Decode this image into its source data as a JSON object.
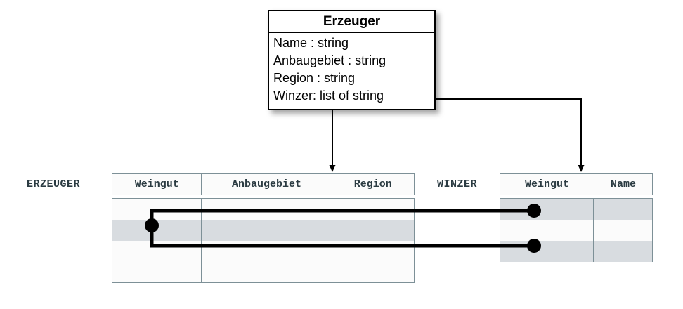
{
  "diagram": {
    "uml_class": {
      "name": "Erzeuger",
      "attributes": [
        "Name : string",
        "Anbaugebiet : string",
        "Region : string",
        "Winzer: list of string"
      ]
    },
    "tables": [
      {
        "label": "ERZEUGER",
        "columns": [
          "Weingut",
          "Anbaugebiet",
          "Region"
        ],
        "row_count": 4,
        "shaded_rows": [
          2
        ]
      },
      {
        "label": "WINZER",
        "columns": [
          "Weingut",
          "Name"
        ],
        "row_count": 3,
        "shaded_rows": [
          1,
          3
        ]
      }
    ],
    "connectors": {
      "name_to_erzeuger": "arrow",
      "winzer_to_winzer_table": "elbow-arrow",
      "foreign_key_link": "one-to-many"
    },
    "colors": {
      "box_border": "#000000",
      "table_border": "#7d9097",
      "row_shade": "#d8dce0",
      "link_line": "#000000",
      "label_text": "#2b3b42"
    }
  }
}
